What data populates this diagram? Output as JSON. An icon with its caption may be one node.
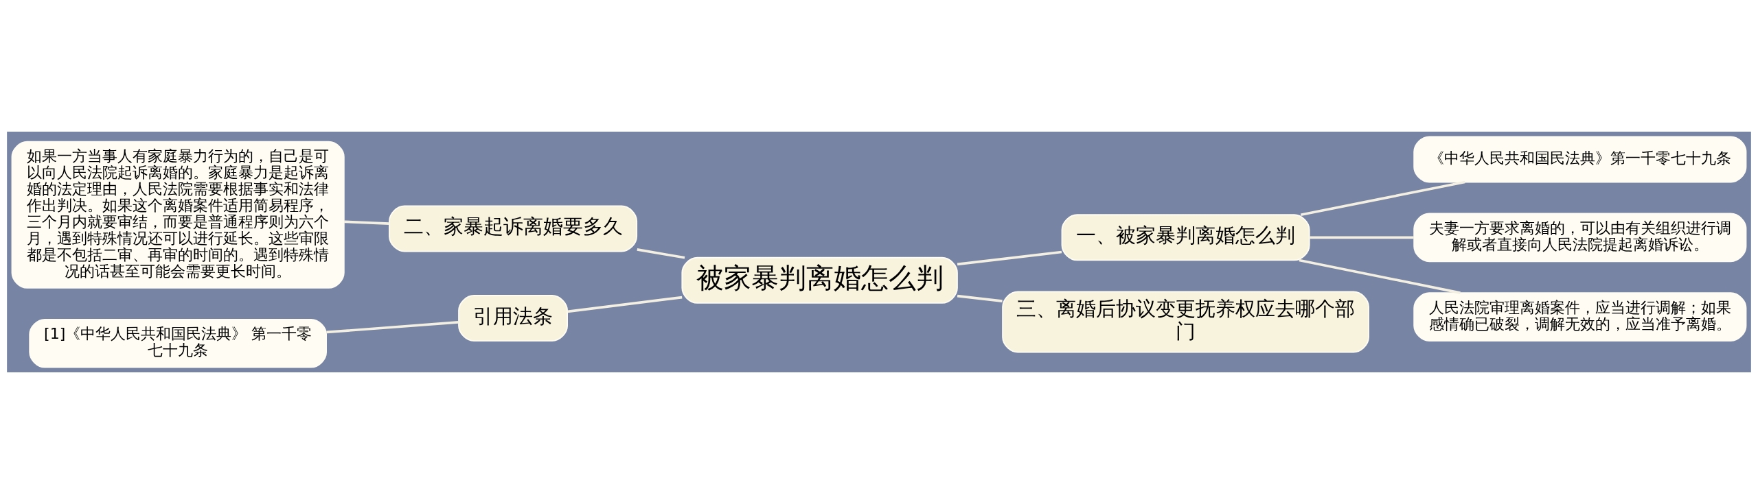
{
  "diagram": {
    "nodes": [
      {
        "text": [
          "被家暴判离婚怎么判"
        ]
      },
      {
        "text": [
          "一、被家暴判离婚怎么判"
        ]
      },
      {
        "text": [
          "《中华人民共和国民法典》第一千零七十九条"
        ]
      },
      {
        "text": [
          "夫妻一方要求离婚的，可以由有关组织进行调解或者直接向人民法院提起离婚诉讼。"
        ]
      },
      {
        "text": [
          "人民法院审理离婚案件，应当进行调解；如果感情确已破裂，调解无效的，应当准予离婚。"
        ]
      },
      {
        "text": [
          "三、离婚后协议变更抚养权应去哪个部门"
        ]
      },
      {
        "text": [
          "二、家暴起诉离婚要多久"
        ]
      },
      {
        "text": [
          "如果一方当事人有家庭暴力行为的，自己是可以向人民法院起诉离婚的。家庭暴力是起诉离婚的法定理由，人民法院需要根据事实和法律作出判决。如果这个离婚案件适用简易程序，三个月内就要审结，而要是普通程序则为六个月，遇到特殊情况还可以进行延长。这些审限都是不包括二审、再审的时间的。遇到特殊情况的话甚至可能会需要更长时间。"
        ]
      },
      {
        "text": [
          "引用法条"
        ]
      },
      {
        "text": [
          "[1]《中华人民共和国民法典》 第一千零七十九条"
        ]
      }
    ],
    "edges": [
      {
        "from": 0,
        "to": 1,
        "arrow": "none"
      },
      {
        "from": 1,
        "to": 2,
        "arrow": "none"
      },
      {
        "from": 1,
        "to": 3,
        "arrow": "none"
      },
      {
        "from": 1,
        "to": 4,
        "arrow": "none"
      },
      {
        "from": 0,
        "to": 5,
        "arrow": "none"
      },
      {
        "from": 6,
        "to": 0,
        "arrow": "none"
      },
      {
        "from": 7,
        "to": 6,
        "arrow": "none"
      },
      {
        "from": 8,
        "to": 0,
        "arrow": "none"
      },
      {
        "from": 9,
        "to": 8,
        "arrow": "none"
      }
    ]
  }
}
